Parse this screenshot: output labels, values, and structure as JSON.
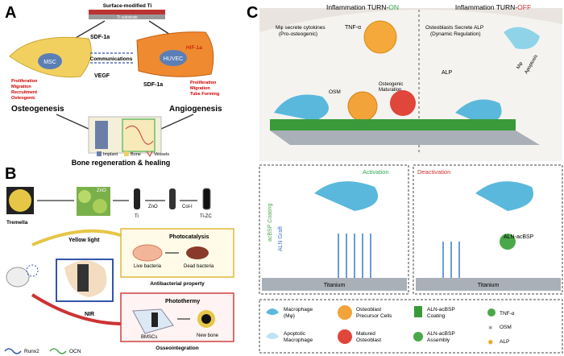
{
  "panelA": {
    "letter": "A",
    "substrate_label": "Surface-modified Ti",
    "ti_label": "Ti substrate",
    "sdf1a_left": "SDF-1a",
    "sdf1a_right": "SDF-1a",
    "msc": "MSC",
    "huvec": "HUVEC",
    "hif": "HIF-1a",
    "communications": "Communications",
    "vegf": "VEGF",
    "msc_effects": [
      "Proliferation",
      "Migration",
      "Recruitment",
      "Osteogenic"
    ],
    "huvec_effects": [
      "Proliferation",
      "Migration",
      "Tube Forming"
    ],
    "osteogenesis": "Osteogenesis",
    "angiogenesis": "Angiogenesis",
    "legend": [
      "Implant",
      "Bone",
      "Vessels"
    ],
    "footer": "Bone regeneration & healing"
  },
  "panelB": {
    "letter": "B",
    "tremella": "Tremella",
    "zno_img": "ZnO",
    "ti": "Ti",
    "zno": "ZnO",
    "coli": "Col-I",
    "tizc": "Ti-ZC",
    "yellow_light": "Yellow light",
    "nir": "NIR",
    "photocatalysis": "Photocatalysis",
    "live_bacteria": "Live bacteria",
    "dead_bacteria": "Dead bacteria",
    "antibacterial": "Antibacterial property",
    "photothermy": "Photothermy",
    "bmscs": "BMSCs",
    "new_bone": "New bone",
    "osseointegration": "Osseointegration",
    "runx2": "Runx2",
    "ocn": "OCN"
  },
  "panelC": {
    "letter": "C",
    "turn_on_prefix": "Inflammation TURN-",
    "turn_on_word": "ON",
    "turn_off_prefix": "Inflammation TURN-",
    "turn_off_word": "OFF",
    "mphi_secrete": [
      "Mφ secrete cytokines",
      "(Pro-osteogenic)"
    ],
    "tnf": "TNF-α",
    "osteoblasts_secrete": [
      "Osteoblasts Secrete ALP",
      "(Dynamic Regulation)"
    ],
    "mphi_apoptosis": [
      "Mφ",
      "Apoptosis"
    ],
    "alp": "ALP",
    "osm": "OSM",
    "osteogenic_maturation": [
      "Osteogenic",
      "Maturation"
    ],
    "activation": "Activation",
    "deactivation": "Deactivation",
    "acbsp_coating": "acBSP Coating",
    "aln_graft": "ALN Graft",
    "aln_acbsp": "ALN-acBSP",
    "titanium_left": "Titanium",
    "titanium_right": "Titanium",
    "legend": {
      "macrophage": [
        "Macrophage",
        "(Mφ)"
      ],
      "osteoblast_precursor": [
        "Osteoblast",
        "Precursor Cells"
      ],
      "aln_coating": [
        "ALN-acBSP",
        "Coating"
      ],
      "tnf": "TNF-α",
      "apoptotic": [
        "Apoptotic",
        "Macrophage"
      ],
      "matured": [
        "Matured",
        "Osteoblast"
      ],
      "aln_assembly": [
        "ALN-acBSP",
        "Assembly"
      ],
      "osm": "OSM",
      "alp": "ALP"
    }
  }
}
